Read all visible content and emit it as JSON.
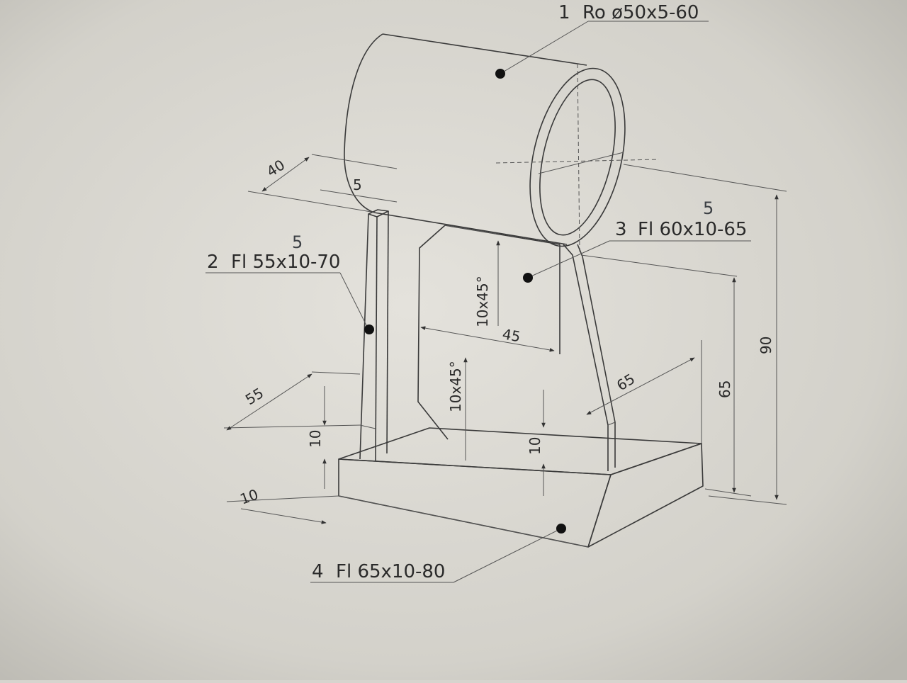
{
  "parts": {
    "p1": {
      "number": "1",
      "spec": "Ro ø50x5-60"
    },
    "p2": {
      "number": "2",
      "spec": "Fl 55x10-70",
      "correction": "5"
    },
    "p3": {
      "number": "3",
      "spec": "Fl 60x10-65",
      "correction": "5"
    },
    "p4": {
      "number": "4",
      "spec": "Fl 65x10-80"
    }
  },
  "dimensions": {
    "d40": "40",
    "d5": "5",
    "d10x45_upper": "10x45°",
    "d45": "45",
    "d10x45_lower": "10x45°",
    "d55": "55",
    "d10_left": "10",
    "d10_mid": "10",
    "d65_diag": "65",
    "d65_vert": "65",
    "d90": "90",
    "d10_base": "10"
  },
  "colors": {
    "paper": "#d6d4ce",
    "ink": "#2a2a2a",
    "correction_ink": "#3b3f44"
  }
}
